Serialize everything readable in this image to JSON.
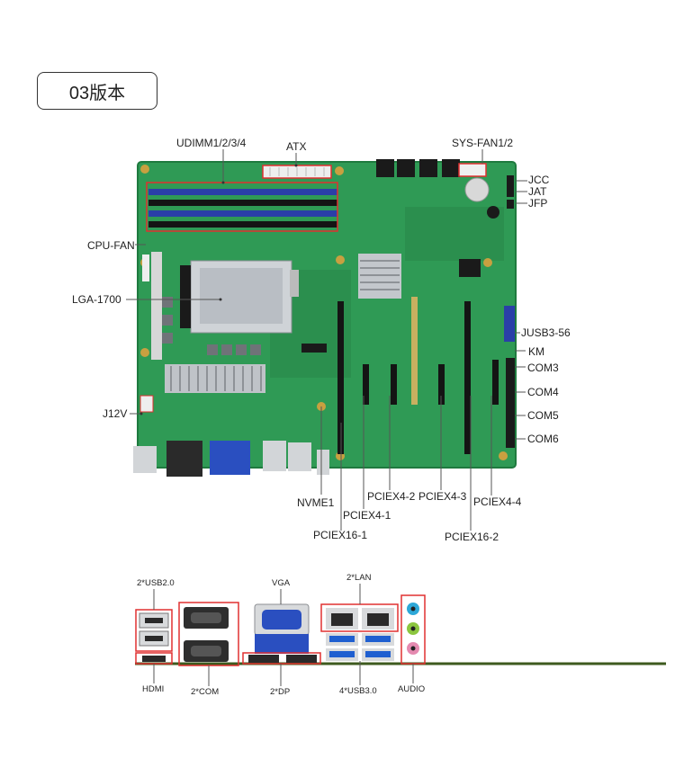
{
  "version_badge": "03版本",
  "board_labels": {
    "udimm": "UDIMM1/2/3/4",
    "atx": "ATX",
    "sys_fan": "SYS-FAN1/2",
    "jcc": "JCC",
    "jat": "JAT",
    "jfp": "JFP",
    "cpu_fan": "CPU-FAN",
    "lga": "LGA-1700",
    "jusb": "JUSB3-56",
    "km": "KM",
    "com3": "COM3",
    "com4": "COM4",
    "com5": "COM5",
    "com6": "COM6",
    "j12v": "J12V",
    "nvme": "NVME1",
    "pciex4_1": "PCIEX4-1",
    "pciex4_2": "PCIEX4-2",
    "pciex4_3": "PCIEX4-3",
    "pciex4_4": "PCIEX4-4",
    "pciex16_1": "PCIEX16-1",
    "pciex16_2": "PCIEX16-2"
  },
  "io_labels": {
    "usb2": "2*USB2.0",
    "vga": "VGA",
    "lan": "2*LAN",
    "hdmi": "HDMI",
    "com": "2*COM",
    "dp": "2*DP",
    "usb3": "4*USB3.0",
    "audio": "AUDIO"
  },
  "colors": {
    "pcb": "#2f9a55",
    "pcb_dark": "#1f7a3f",
    "dimm_slot": "#2a3fa8",
    "highlight": "#e03030",
    "vga_blue": "#2a4fc0",
    "usb3_blue": "#1f5fd0"
  }
}
